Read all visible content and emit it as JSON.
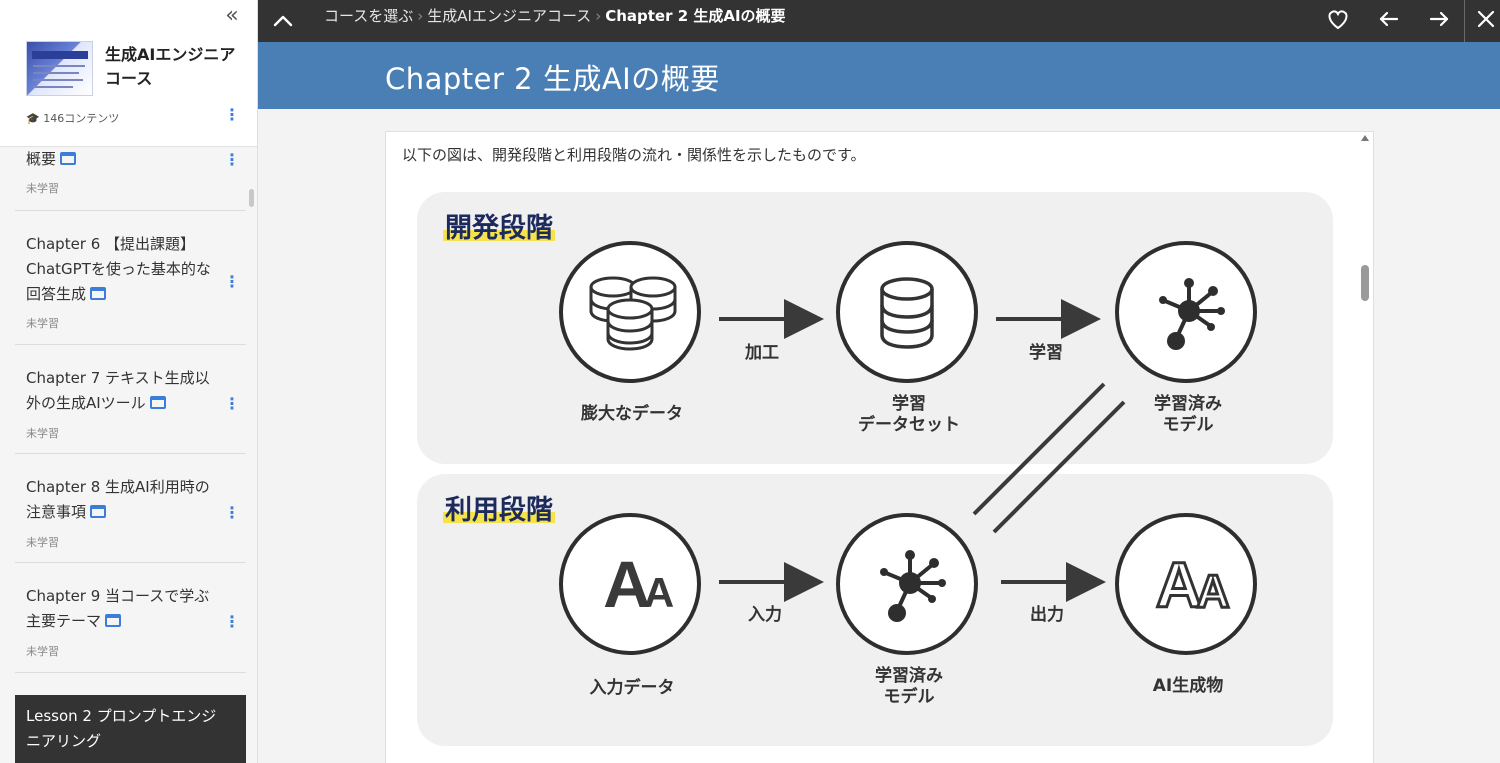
{
  "sidebar": {
    "collapse_label": "«",
    "course": {
      "title": "生成AIエンジニアコース",
      "count": "🎓 146コンテンツ"
    },
    "items": [
      {
        "title": "概要",
        "status": "未学習"
      },
      {
        "title": "Chapter 6 【提出課題】ChatGPTを使った基本的な回答生成",
        "status": "未学習"
      },
      {
        "title": "Chapter 7 テキスト生成以外の生成AIツール",
        "status": "未学習"
      },
      {
        "title": "Chapter 8 生成AI利用時の注意事項",
        "status": "未学習"
      },
      {
        "title": "Chapter 9 当コースで学ぶ主要テーマ",
        "status": "未学習"
      }
    ],
    "lesson": "Lesson 2 プロンプトエンジニアリング"
  },
  "topbar": {
    "breadcrumbs": [
      "コースを選ぶ",
      "生成AIエンジニアコース",
      "Chapter 2 生成AIの概要"
    ],
    "separator": "›",
    "icons": [
      "chevron-up-icon",
      "heart-icon",
      "arrow-left-icon",
      "arrow-right-icon",
      "close-icon"
    ]
  },
  "chapter": {
    "title": "Chapter 2 生成AIの概要"
  },
  "content": {
    "intro": "以下の図は、開発段階と利用段階の流れ・関係性を示したものです。",
    "diagram": {
      "dev": {
        "title": "開発段階",
        "nodes": [
          "膨大なデータ",
          "学習\nデータセット",
          "学習済み\nモデル"
        ],
        "edges": [
          "加工",
          "学習"
        ]
      },
      "use": {
        "title": "利用段階",
        "nodes": [
          "入力データ",
          "学習済み\nモデル",
          "AI生成物"
        ],
        "edges": [
          "入力",
          "出力"
        ]
      }
    }
  },
  "colors": {
    "topbar": "#333333",
    "chapter_header": "#4a7fb5",
    "accent": "#3b7dd8",
    "highlight": "#f6e34c",
    "lesson_box": "#333333"
  }
}
